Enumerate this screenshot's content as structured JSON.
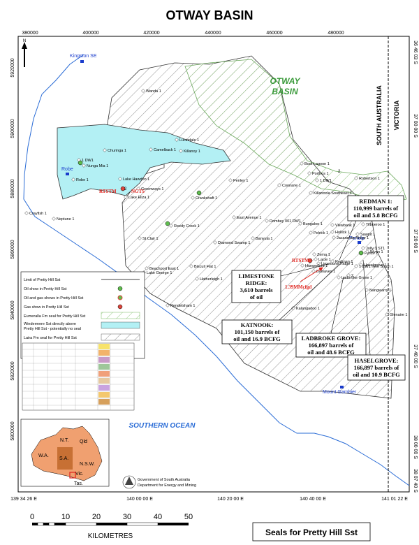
{
  "title": "OTWAY BASIN",
  "top_ticks": [
    "380000",
    "400000",
    "420000",
    "440000",
    "460000",
    "480000"
  ],
  "left_ticks": [
    "5920000",
    "5900000",
    "5880000",
    "5860000",
    "5840000",
    "5820000",
    "5800000"
  ],
  "bottom_coords": [
    "139 34 26 E",
    "140 00 00 E",
    "140 20 00 E",
    "140 40 00 E",
    "141 01 22 E"
  ],
  "right_coords": [
    "36 46 03 S",
    "37 00 00 S",
    "37 20 00 S",
    "37 40 00 S",
    "38 00 00 S",
    "38 07 40 S"
  ],
  "north_label": "N",
  "region_labels": {
    "otway_basin_line1": "OTWAY",
    "otway_basin_line2": "BASIN",
    "south_australia": "SOUTH AUSTRALIA",
    "victoria": "VICTORIA",
    "southern_ocean": "SOUTHERN OCEAN"
  },
  "towns": {
    "kingston": "Kingston SE",
    "robe": "Robe",
    "penola": "Penola",
    "mount_gambier": "Mount Gambier"
  },
  "wells": [
    "Wanda 1",
    "Lucindale 1",
    "Killanoy 1",
    "Camelback 1",
    "Churinga 1",
    "1 DW1",
    "Nunga Mia 1",
    "Robe 1",
    "Lake Hawdon 1",
    "Lake Eliza 1",
    "Greenways 1",
    "Crankshaft 1",
    "Penley 1",
    "Boot Lagoon 1",
    "Porthos 1",
    "1 DW1",
    "Coonarie 1",
    "Killanoola Southeast 1",
    "Robertson 1",
    "Crayfish 1",
    "Neptune 1",
    "Reedy Creek 1",
    "St Clair 1",
    "East Avenue 1",
    "Dombey 001 DW1",
    "Bungaloo 1",
    "Viewbank 1",
    "Hollick 1",
    "Jacaranda Ridge 1",
    "Tilboeroo 1",
    "Sawpit 1",
    "Diamond Swamp 1",
    "Banyula 1",
    "Pyrus 1",
    "Jolly 1 ST1",
    "Wynn 1",
    "Zema 1",
    "Lacie 1",
    "Limestone Ridge 1",
    "Redman 1",
    "Haselgrove 1",
    "Balnaves 1",
    "Ladbroke Grove 1",
    "Beachport East 1",
    "Lake George 1",
    "Biscuit Flat 1",
    "Hatherleigh 1",
    "Hungerford 1",
    "Nangwarry 1",
    "Rendelsham 1",
    "Kalangadoo 1",
    "Glenaire 1",
    "Pelrick 1",
    "1 DW1 rove South 1",
    "2"
  ],
  "markers": {
    "rtstm_left": "RTSTM",
    "ngts": "NGTS",
    "rtstm_right": "RTSTM",
    "flow": "1.39MMcfgd",
    "num2a": "2",
    "num2b": "2"
  },
  "callouts": {
    "redman": [
      "REDMAN 1:",
      "110,999 barrels of",
      "oil and 5.8 BCFG"
    ],
    "limestone": [
      "LIMESTONE",
      "RIDGE:",
      "3,610 barrels",
      "of oil"
    ],
    "katnook": [
      "KATNOOK:",
      "101,150 barrels of",
      "oil and 16.9 BCFG"
    ],
    "ladbroke": [
      "LADBROKE GROVE:",
      "166,897 barrels of",
      "oil and 48.6 BCFG"
    ],
    "haselgrove": [
      "HASELGROVE:",
      "166,897 barrels of",
      "oil and 10.9 BCFG"
    ]
  },
  "legend": [
    {
      "label": "Limit of Pretty Hill Sst",
      "symbol": "line"
    },
    {
      "label": "Oil show in Pretty Hill Sst",
      "symbol": "green-dot"
    },
    {
      "label": "Oil and gas shows in Pretty Hill Sst",
      "symbol": "green-red-dot"
    },
    {
      "label": "Gas show in Pretty Hill Sst",
      "symbol": "red-dot"
    },
    {
      "label": "Eumeralla Fm seal for Pretty Hill Sst",
      "symbol": "green-hatch"
    },
    {
      "label": "Windermere Sst directly above",
      "symbol": "cyan"
    },
    {
      "label": "Pretty Hill Sst - potentially no seal",
      "symbol": "none"
    },
    {
      "label": "Laira Fm seal for Pretty Hill Sst",
      "symbol": "grey-hatch"
    }
  ],
  "inset": {
    "wa": "W.A.",
    "nt": "N.T.",
    "qld": "Qld",
    "sa": "S.A.",
    "nsw": "N.S.W.",
    "vic": "Vic.",
    "tas": "Tas."
  },
  "gov": {
    "line1": "Government of South Australia",
    "line2": "Department for Energy and Mining"
  },
  "scale": {
    "ticks": [
      "0",
      "10",
      "20",
      "30",
      "40",
      "50"
    ],
    "unit": "KILOMETRES"
  },
  "map_caption": "Seals for Pretty Hill Sst",
  "colors": {
    "windermere": "#b3f0f4",
    "oil_show": "#5fbd4e",
    "gas_show": "#e0463c",
    "town": "#1a3ccc",
    "coast": "#2a6cd6",
    "callout_red": "#e0201a"
  }
}
